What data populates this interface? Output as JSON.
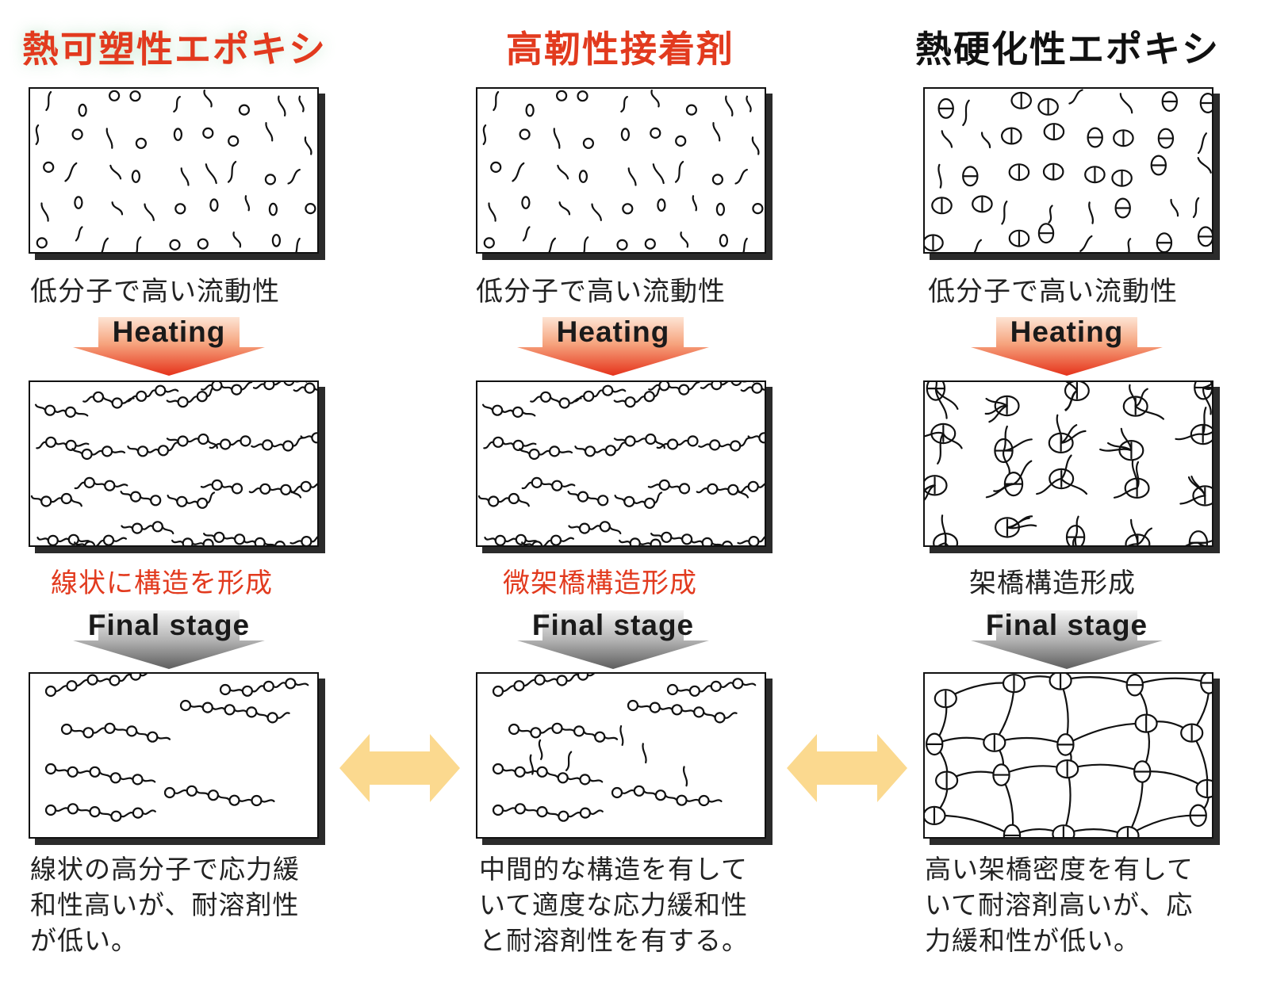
{
  "columns": [
    {
      "title": "熱可塑性エポキシ",
      "title_color": "#e23a1e",
      "stage1_caption": "低分子で高い流動性",
      "heating_label": "Heating",
      "stage2_caption": "線状に構造を形成",
      "stage2_color": "#e23a1e",
      "final_label": "Final stage",
      "description": [
        "線状の高分子で応力緩",
        "和性高いが、耐溶剤性",
        "が低い。"
      ]
    },
    {
      "title": "高靭性接着剤",
      "title_color": "#e23a1e",
      "stage1_caption": "低分子で高い流動性",
      "heating_label": "Heating",
      "stage2_caption": "微架橋構造形成",
      "stage2_color": "#e23a1e",
      "final_label": "Final stage",
      "description": [
        "中間的な構造を有して",
        "いて適度な応力緩和性",
        "と耐溶剤性を有する。"
      ]
    },
    {
      "title": "熱硬化性エポキシ",
      "title_color": "#111111",
      "stage1_caption": "低分子で高い流動性",
      "heating_label": "Heating",
      "stage2_caption": "架橋構造形成",
      "stage2_color": "#222222",
      "final_label": "Final stage",
      "description": [
        "高い架橋密度を有して",
        "いて耐溶剤高いが、応",
        "力緩和性が低い。"
      ]
    }
  ],
  "colors": {
    "heating_arrow_top": "#fde0cf",
    "heating_arrow_bottom": "#e8351a",
    "final_arrow_top": "#ececec",
    "final_arrow_bottom": "#6a6a6a",
    "double_arrow": "#fbd98f"
  },
  "icons": {
    "heating_arrow": "down-arrow-red-gradient",
    "final_arrow": "down-arrow-gray-gradient",
    "compare_arrow": "double-headed-arrow"
  }
}
